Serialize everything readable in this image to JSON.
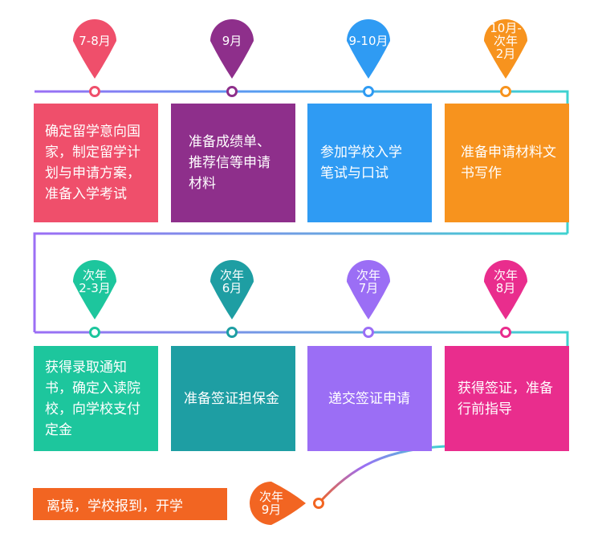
{
  "steps": [
    {
      "date": [
        "7-8月"
      ],
      "text": "确定留学意向国家，制定留学计划与申请方案，准备入学考试",
      "color": "#ef4f6b"
    },
    {
      "date": [
        "9月"
      ],
      "text": "准备成绩单、推荐信等申请材料",
      "color": "#8e2f8b"
    },
    {
      "date": [
        "9-10月"
      ],
      "text": "参加学校入学笔试与口试",
      "color": "#2f9bf3"
    },
    {
      "date": [
        "10月-",
        "次年",
        "2月"
      ],
      "text": "准备申请材料文书写作",
      "color": "#f7931e"
    },
    {
      "date": [
        "次年",
        "2-3月"
      ],
      "text": "获得录取通知书，确定入读院校，向学校支付定金",
      "color": "#1dc69d"
    },
    {
      "date": [
        "次年",
        "6月"
      ],
      "text": "准备签证担保金",
      "color": "#1e9ea3"
    },
    {
      "date": [
        "次年",
        "7月"
      ],
      "text": "递交签证申请",
      "color": "#9b6ef5"
    },
    {
      "date": [
        "次年",
        "8月"
      ],
      "text": "获得签证，准备行前指导",
      "color": "#e92d8d"
    }
  ],
  "final": {
    "date": [
      "次年",
      "9月"
    ],
    "text": "离境，学校报到，开学",
    "color": "#f26522"
  }
}
